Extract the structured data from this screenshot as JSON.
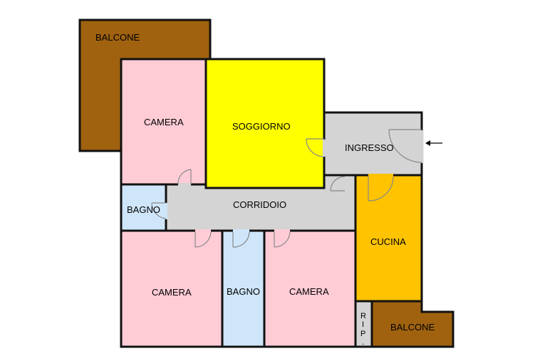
{
  "rooms": {
    "balcone_top": "BALCONE",
    "camera_top": "CAMERA",
    "soggiorno": "SOGGIORNO",
    "ingresso": "INGRESSO",
    "bagno_small": "BAGNO",
    "corridoio": "CORRIDOIO",
    "cucina": "CUCINA",
    "camera_bottom_left": "CAMERA",
    "bagno_mid": "BAGNO",
    "camera_bottom_right": "CAMERA",
    "rip": [
      "R",
      "I",
      "P",
      "."
    ],
    "balcone_bottom": "BALCONE"
  },
  "colors": {
    "balcone": "#A0620F",
    "camera": "#FFCCD6",
    "soggiorno": "#FFFF00",
    "corridoio": "#D4D4D4",
    "bagno": "#CFE6FA",
    "cucina": "#FFC300"
  },
  "icons": {
    "entrance": "arrow-left-icon"
  }
}
